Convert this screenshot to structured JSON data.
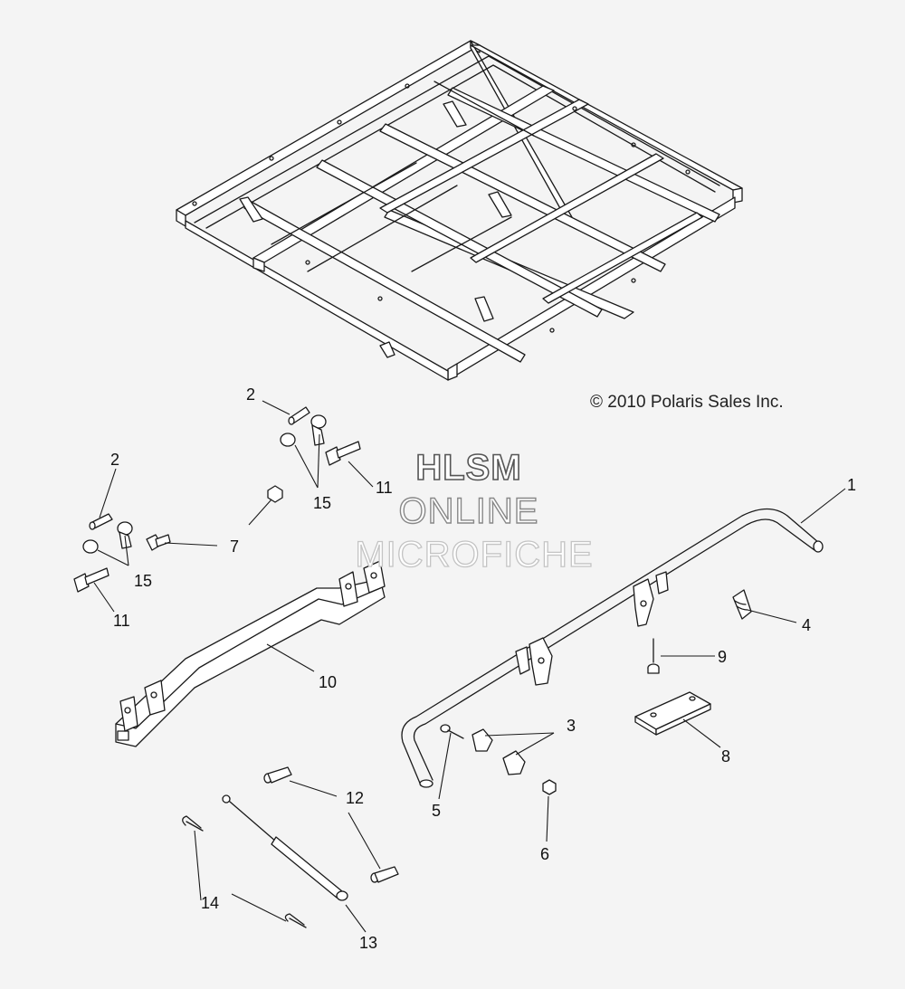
{
  "copyright": "© 2010 Polaris Sales Inc.",
  "watermark": {
    "line1": "HLSM",
    "line2": "ONLINE",
    "line3": "MICROFICHE"
  },
  "callouts": [
    {
      "id": "c1",
      "label": "1"
    },
    {
      "id": "c2a",
      "label": "2"
    },
    {
      "id": "c2b",
      "label": "2"
    },
    {
      "id": "c3",
      "label": "3"
    },
    {
      "id": "c4",
      "label": "4"
    },
    {
      "id": "c5",
      "label": "5"
    },
    {
      "id": "c6",
      "label": "6"
    },
    {
      "id": "c7",
      "label": "7"
    },
    {
      "id": "c8",
      "label": "8"
    },
    {
      "id": "c9",
      "label": "9"
    },
    {
      "id": "c10",
      "label": "10"
    },
    {
      "id": "c11a",
      "label": "11"
    },
    {
      "id": "c11b",
      "label": "11"
    },
    {
      "id": "c12",
      "label": "12"
    },
    {
      "id": "c13",
      "label": "13"
    },
    {
      "id": "c14",
      "label": "14"
    },
    {
      "id": "c15a",
      "label": "15"
    },
    {
      "id": "c15b",
      "label": "15"
    }
  ]
}
